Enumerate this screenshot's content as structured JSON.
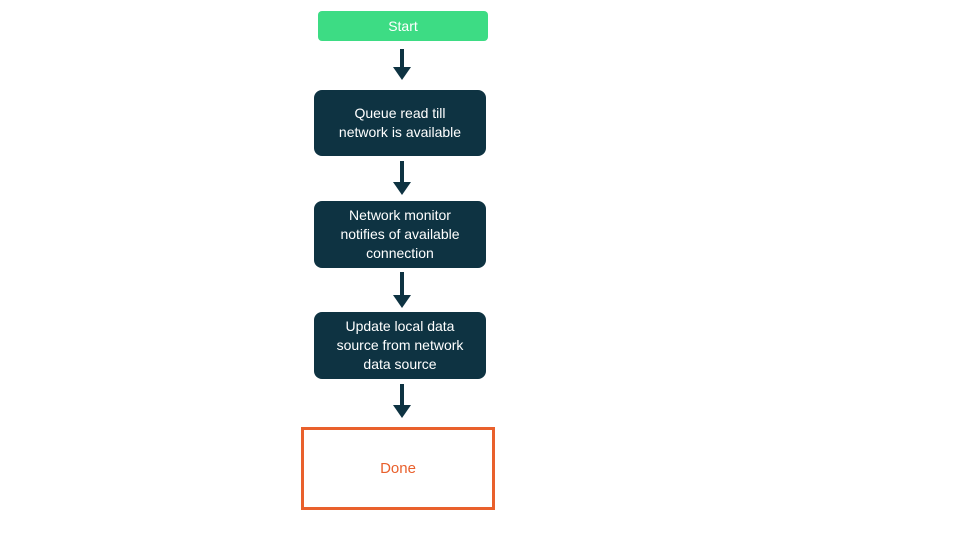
{
  "flowchart": {
    "nodes": {
      "start": {
        "label": "Start",
        "type": "start"
      },
      "queue": {
        "label": "Queue read till\nnetwork is available",
        "type": "process"
      },
      "monitor": {
        "label": "Network monitor\nnotifies of available\nconnection",
        "type": "process"
      },
      "update": {
        "label": "Update local data\nsource from network\ndata source",
        "type": "process"
      },
      "done": {
        "label": "Done",
        "type": "terminal"
      }
    },
    "edges": [
      {
        "from": "start",
        "to": "queue",
        "direction": "down"
      },
      {
        "from": "queue",
        "to": "monitor",
        "direction": "down"
      },
      {
        "from": "monitor",
        "to": "update",
        "direction": "down"
      },
      {
        "from": "update",
        "to": "done",
        "direction": "down"
      }
    ]
  },
  "colors": {
    "start-bg": "#3ddc84",
    "process-bg": "#0e3342",
    "arrow": "#0e3342",
    "done-accent": "#e9602c",
    "text-light": "#ffffff"
  }
}
